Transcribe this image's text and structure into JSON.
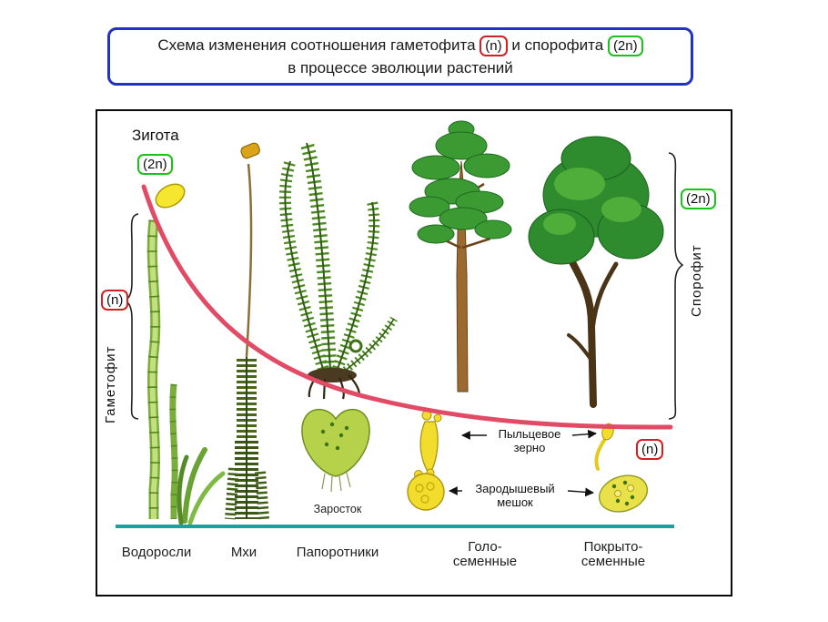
{
  "title": {
    "part1": "Схема изменения соотношения гаметофита",
    "ploidy_n": "(n)",
    "part2": "и спорофита",
    "ploidy_2n": "(2n)",
    "line2": "в процессе эволюции растений"
  },
  "diagram": {
    "zygote": "Зигота",
    "zygote_ploidy": "(2n)",
    "gametophyte": "Гаметофит",
    "gametophyte_ploidy": "(n)",
    "sporophyte": "Спорофит",
    "sporophyte_ploidy": "(2n)",
    "prothallus": "Заросток",
    "pollen_grain": {
      "line1": "Пыльцевое",
      "line2": "зерно"
    },
    "embryo_sac": {
      "line1": "Зародышевый",
      "line2": "мешок"
    },
    "right_ploidy": "(n)"
  },
  "x_axis": [
    {
      "line1": "Водоросли",
      "line2": ""
    },
    {
      "line1": "Мхи",
      "line2": ""
    },
    {
      "line1": "Папоротники",
      "line2": ""
    },
    {
      "line1": "Голо-",
      "line2": "семенные"
    },
    {
      "line1": "Покрыто-",
      "line2": "семенные"
    }
  ],
  "colors": {
    "title_border": "#2431c6",
    "n_badge_border": "#d42020",
    "dn_badge_border": "#19c319",
    "curve": "#e14b66",
    "baseline": "#1d9fa1"
  }
}
